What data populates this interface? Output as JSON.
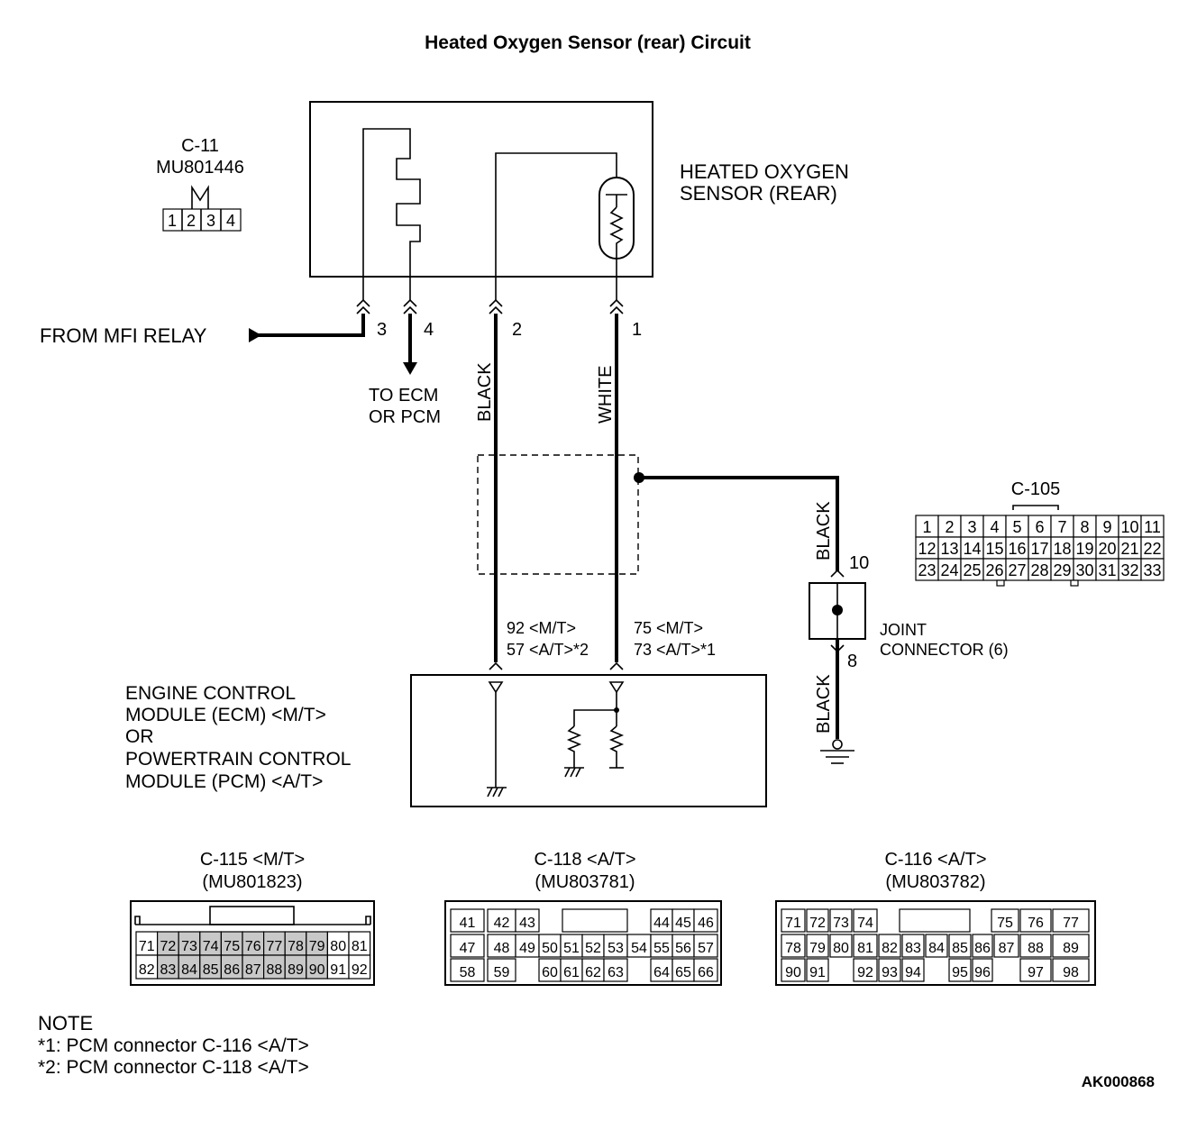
{
  "title": "Heated Oxygen Sensor (rear) Circuit",
  "sensor": {
    "connector_id": "C-11",
    "part_number": "MU801446",
    "pins": [
      "1",
      "2",
      "3",
      "4"
    ],
    "label_line1": "HEATED OXYGEN",
    "label_line2": "SENSOR (REAR)"
  },
  "wires": {
    "from_relay": "FROM MFI RELAY",
    "to_ecm_line1": "TO ECM",
    "to_ecm_line2": "OR PCM",
    "pin3": "3",
    "pin4": "4",
    "pin2": "2",
    "pin1": "1",
    "color_black": "BLACK",
    "color_white": "WHITE",
    "ecm_pin_left_1": "92 <M/T>",
    "ecm_pin_left_2": "57 <A/T>*2",
    "ecm_pin_right_1": "75 <M/T>",
    "ecm_pin_right_2": "73 <A/T>*1"
  },
  "joint": {
    "wire_color_top": "BLACK",
    "wire_color_bottom": "BLACK",
    "pin_top": "10",
    "pin_bottom": "8",
    "label_line1": "JOINT",
    "label_line2": "CONNECTOR (6)"
  },
  "ecm": {
    "label_lines": [
      "ENGINE CONTROL",
      "MODULE (ECM) <M/T>",
      "OR",
      "POWERTRAIN CONTROL",
      "MODULE (PCM) <A/T>"
    ]
  },
  "c105": {
    "id": "C-105",
    "rows": [
      [
        "1",
        "2",
        "3",
        "4",
        "5",
        "6",
        "7",
        "8",
        "9",
        "10",
        "11"
      ],
      [
        "12",
        "13",
        "14",
        "15",
        "16",
        "17",
        "18",
        "19",
        "20",
        "21",
        "22"
      ],
      [
        "23",
        "24",
        "25",
        "26",
        "27",
        "28",
        "29",
        "30",
        "31",
        "32",
        "33"
      ]
    ]
  },
  "c115": {
    "id": "C-115 <M/T>",
    "part": "(MU801823)",
    "rows": [
      [
        "71",
        "72",
        "73",
        "74",
        "75",
        "76",
        "77",
        "78",
        "79",
        "80",
        "81"
      ],
      [
        "82",
        "83",
        "84",
        "85",
        "86",
        "87",
        "88",
        "89",
        "90",
        "91",
        "92"
      ]
    ]
  },
  "c118": {
    "id": "C-118 <A/T>",
    "part": "(MU803781)",
    "rows": [
      [
        "41",
        "42",
        "43",
        "",
        "",
        "",
        "",
        "",
        "",
        "44",
        "45",
        "46"
      ],
      [
        "47",
        "48",
        "49",
        "50",
        "51",
        "52",
        "53",
        "54",
        "55",
        "56",
        "57"
      ],
      [
        "58",
        "59",
        "",
        "60",
        "61",
        "62",
        "63",
        "",
        "64",
        "65",
        "66"
      ]
    ]
  },
  "c116": {
    "id": "C-116 <A/T>",
    "part": "(MU803782)",
    "rows": [
      [
        "71",
        "72",
        "73",
        "74",
        "75",
        "76",
        "77"
      ],
      [
        "78",
        "79",
        "80",
        "81",
        "82",
        "83",
        "84",
        "85",
        "86",
        "87",
        "88",
        "89"
      ],
      [
        "90",
        "91",
        "92",
        "93",
        "94",
        "95",
        "96",
        "97",
        "98"
      ]
    ]
  },
  "note": {
    "heading": "NOTE",
    "line1": "*1: PCM connector C-116 <A/T>",
    "line2": "*2: PCM connector C-118 <A/T>"
  },
  "figure_id": "AK000868"
}
